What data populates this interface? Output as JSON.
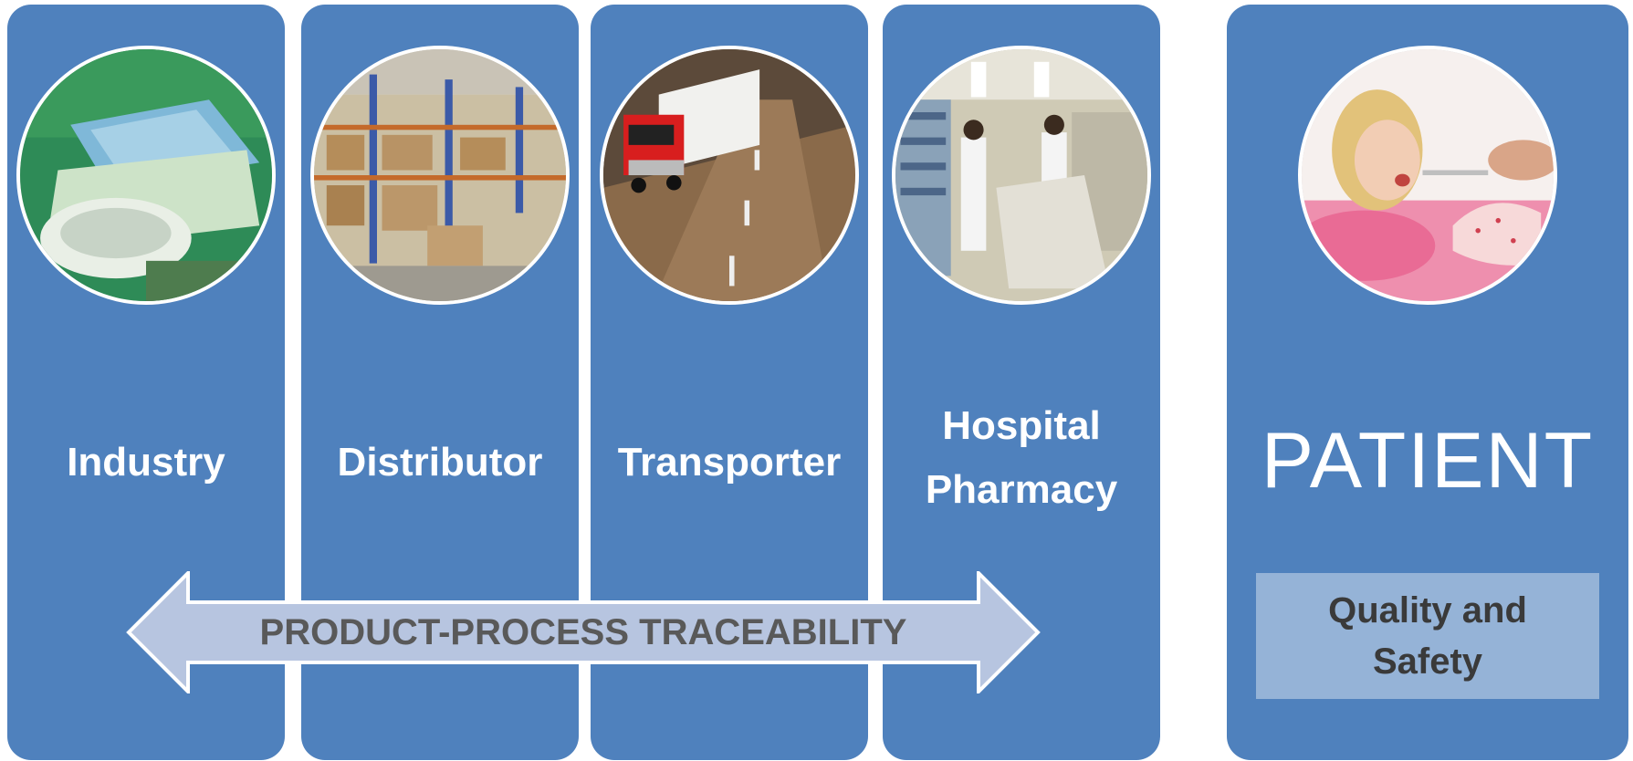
{
  "stages": [
    {
      "label": "Industry",
      "photo": "manufacturing-photo"
    },
    {
      "label": "Distributor",
      "photo": "warehouse-photo"
    },
    {
      "label": "Transporter",
      "photo": "truck-photo"
    },
    {
      "label_line1": "Hospital",
      "label_line2": "Pharmacy",
      "photo": "pharmacy-photo"
    }
  ],
  "patient": {
    "label": "PATIENT",
    "photo": "child-medicine-photo",
    "quality_line1": "Quality and",
    "quality_line2": "Safety"
  },
  "arrow": {
    "label": "PRODUCT-PROCESS TRACEABILITY"
  },
  "colors": {
    "panel": "#4f81bd",
    "arrow_fill": "#b7c5e0",
    "quality_box": "#95b3d7",
    "text_light": "#ffffff",
    "text_dark": "#595959"
  }
}
